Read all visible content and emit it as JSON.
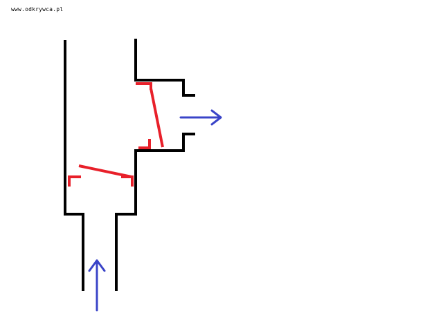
{
  "header": {
    "site_url": "www.odkrywca.pl"
  },
  "colors": {
    "background": "#ffffff",
    "pipe": "#000000",
    "valve": "#e8202a",
    "flow_arrow": "#3a44c8"
  },
  "diagram": {
    "parts": [
      "pipe-walls",
      "lower-check-valve",
      "upper-check-valve",
      "inlet-flow-arrow",
      "outlet-flow-arrow"
    ]
  }
}
